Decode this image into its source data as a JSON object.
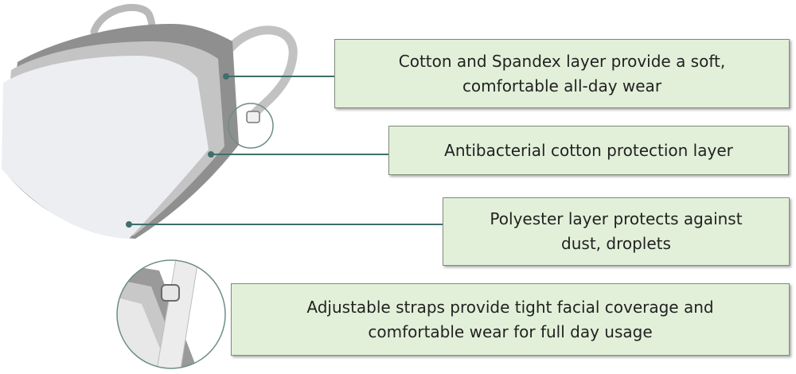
{
  "callouts": {
    "spandex_layer": {
      "line1": "Cotton and Spandex layer provide a soft,",
      "line2": "comfortable all-day wear"
    },
    "antibacterial_layer": {
      "text": "Antibacterial cotton protection layer"
    },
    "polyester_layer": {
      "line1": "Polyester layer protects against",
      "line2": "dust, droplets"
    },
    "adjustable_straps": {
      "line1": "Adjustable straps provide tight facial coverage and",
      "line2": "comfortable wear for full day usage"
    }
  },
  "colors": {
    "box_fill": "#e2f0d9",
    "box_border": "#7f8c7a",
    "leader_line": "#3f6f6a",
    "mask_front": "#eceef1",
    "mask_layer_mid": "#c4c4c4",
    "mask_layer_dark": "#8f8f8f",
    "strap": "#bdbdbd"
  },
  "icons": [
    "face-mask-illustration",
    "strap-adjuster-icon",
    "zoom-circle-icon"
  ]
}
